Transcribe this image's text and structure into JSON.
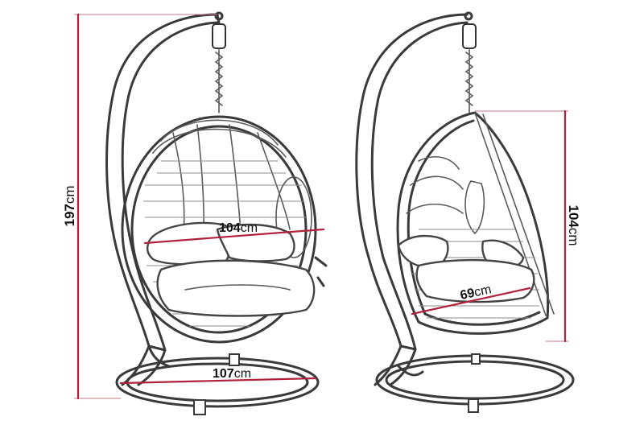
{
  "diagram": {
    "colors": {
      "dimension_line": "#b1213a",
      "outline": "#3a3a3a",
      "background": "#ffffff"
    },
    "dimensions": {
      "total_height": {
        "value": "197",
        "unit": "cm"
      },
      "seat_width": {
        "value": "104",
        "unit": "cm"
      },
      "base_diameter": {
        "value": "107",
        "unit": "cm"
      },
      "basket_height": {
        "value": "104",
        "unit": "cm"
      },
      "seat_depth": {
        "value": "69",
        "unit": "cm"
      }
    }
  }
}
